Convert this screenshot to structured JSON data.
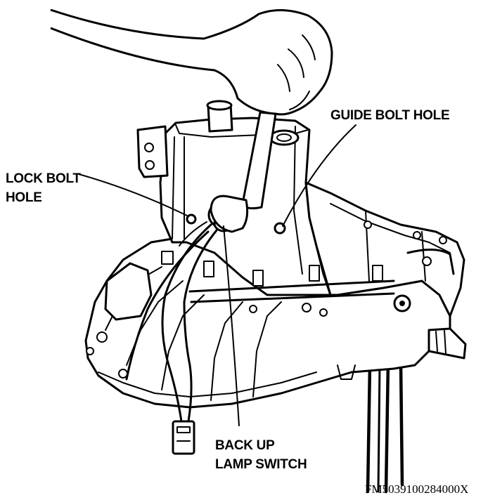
{
  "labels": {
    "guide_bolt_hole": "GUIDE BOLT HOLE",
    "lock_bolt_hole_line1": "LOCK BOLT",
    "lock_bolt_hole_line2": "HOLE",
    "back_up_lamp_switch_line1": "BACK UP",
    "back_up_lamp_switch_line2": "LAMP SWITCH"
  },
  "figure_code": "FM5039100284000X",
  "colors": {
    "ink": "#000000",
    "paper": "#ffffff"
  }
}
